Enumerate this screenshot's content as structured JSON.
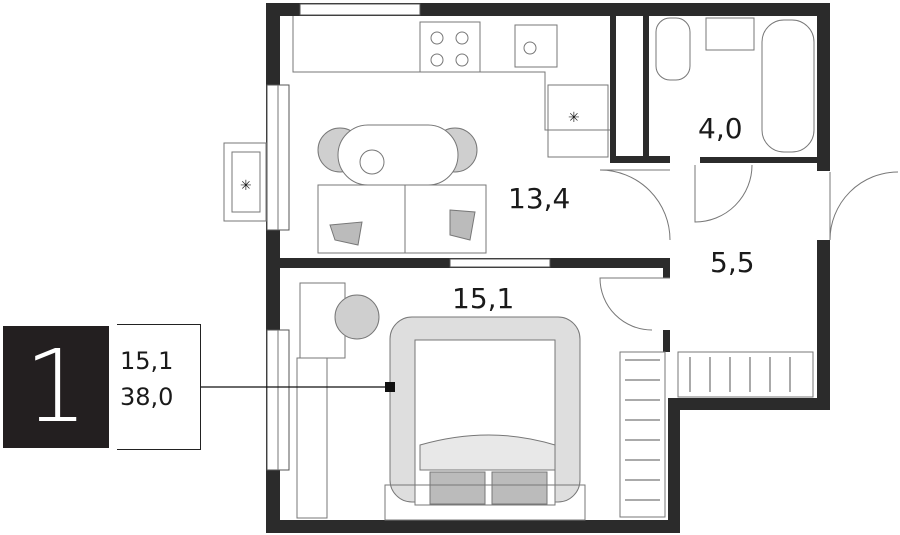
{
  "apartment": {
    "rooms_count": "1",
    "living_area": "15,1",
    "total_area": "38,0"
  },
  "rooms": {
    "kitchen": "13,4",
    "bathroom": "4,0",
    "hall": "5,5",
    "bedroom": "15,1"
  },
  "colors": {
    "wall": "#2b2b2b",
    "furniture": "#cfcfcf",
    "line": "#555555"
  }
}
